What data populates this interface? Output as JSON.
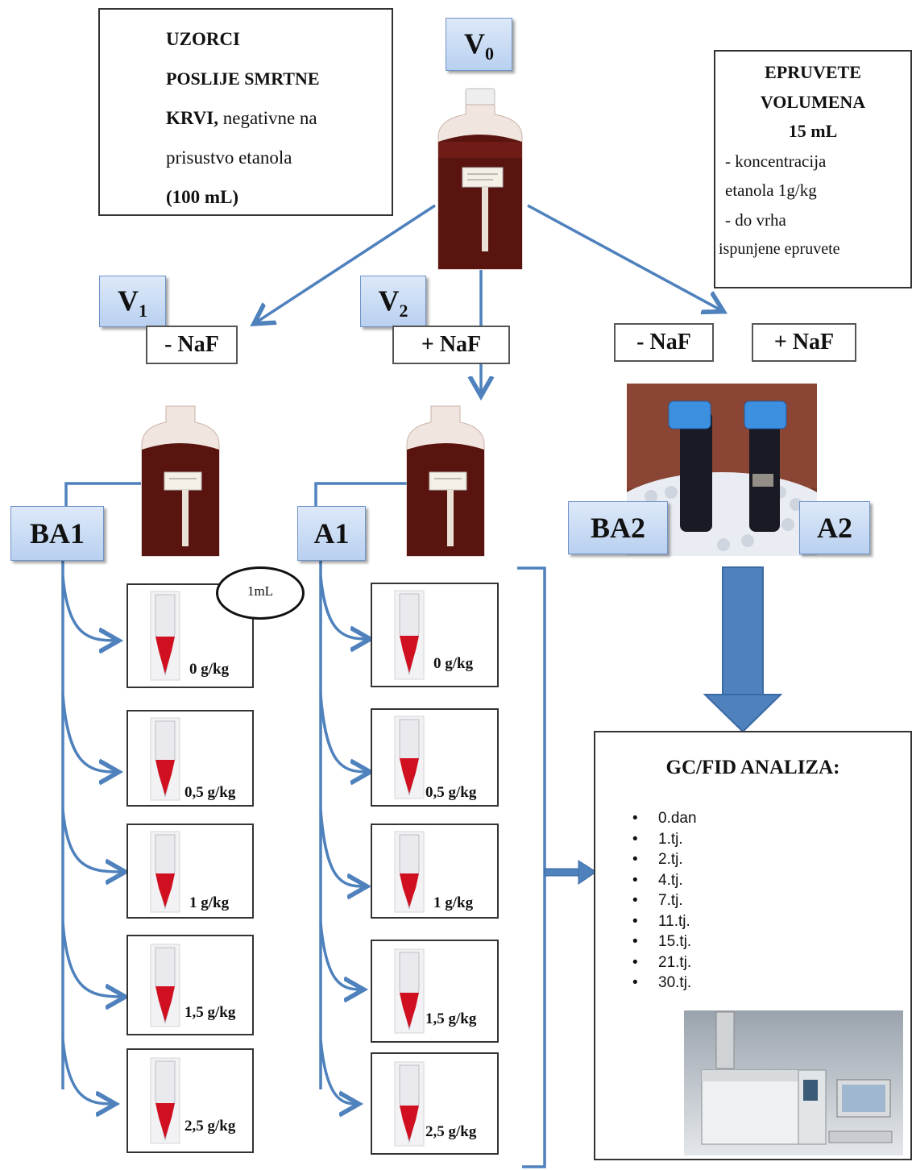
{
  "samples_box": {
    "line1": "UZORCI",
    "line2": "POSLIJE SMRTNE",
    "line3_bold": "KRVI,",
    "line3_rest": " negativne na",
    "line4": "prisustvo etanola",
    "line5": "(100 mL)"
  },
  "tubes_box": {
    "line1": "EPRUVETE",
    "line2": "VOLUMENA",
    "line3": "15 mL",
    "line4": "- koncentracija",
    "line5": "etanola 1g/kg",
    "line6": "- do vrha",
    "line7": "ispunjene epruvete"
  },
  "labels": {
    "v0": "V",
    "v0_sub": "0",
    "v1": "V",
    "v1_sub": "1",
    "v2": "V",
    "v2_sub": "2",
    "minus_naf": "- NaF",
    "plus_naf": "+ NaF",
    "ba1": "BA1",
    "a1": "A1",
    "ba2": "BA2",
    "a2": "A2",
    "one_ml": "1mL"
  },
  "concentrations": [
    "0 g/kg",
    "0,5 g/kg",
    "1 g/kg",
    "1,5 g/kg",
    "2,5 g/kg"
  ],
  "analysis": {
    "title": "GC/FID ANALIZA:",
    "items": [
      "0.dan",
      "1.tj.",
      "2.tj.",
      "4.tj.",
      "7.tj.",
      "11.tj.",
      "15.tj.",
      "21.tj.",
      "30.tj."
    ]
  },
  "colors": {
    "arrow_blue": "#4f81bd",
    "blood": "#5a1410",
    "tube_red": "#d01020",
    "label_border": "#6f93c8"
  }
}
